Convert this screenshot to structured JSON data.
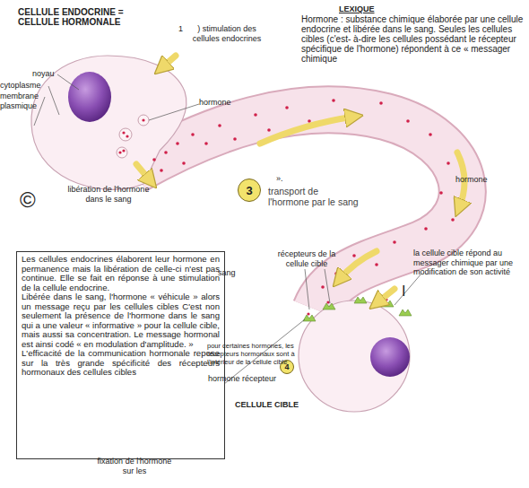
{
  "diagram": {
    "nodes": [
      {
        "text": [
          "Les cellules endocrines élaborent leur hormone en permanence mais la libération de celle-ci n'est pas continue. Elle se fait en réponse à une stimulation de la cellule endocrine.",
          "Libérée dans le sang, l'hormone « véhicule » alors un message reçu par les cellules cibles C'est non seulement la présence de l'hormone dans le sang qui a une valeur « informative » pour la cellule cible, mais aussi sa concentration. Le message hormonal est ainsi codé « en modulation d'amplitude. »",
          "L'efficacité de la communication hormonale repose sur la très grande spécificité des récepteurs hormonaux des cellules cibles"
        ]
      },
      {
        "text": [
          "3"
        ]
      },
      {
        "text": [
          "4"
        ]
      }
    ],
    "labels": [
      "CELLULE ENDOCRINE = CELLULE HORMONALE",
      "1",
      ") stimulation des cellules endocrines",
      "LEXIQUE",
      "Hormone : substance chimique élaborée par une cellule endocrine et libérée dans le sang. Seules les cellules cibles (c'est- à-dire les cellules possédant le récepteur spécifique de l'hormone) répondent à ce « messager chimique",
      "».",
      "noyau",
      "cytoplasme",
      "membrane plasmique",
      "hormone",
      "libération de l'hormone dans le sang",
      "©",
      "transport de l'hormone par le sang",
      "hormone",
      "sang",
      "récepteurs de la cellule cible",
      "la cellule cible répond au messager chimique par une modification de son activité",
      "I",
      "fixation de l'hormone sur les",
      "pour certaines hormones, les récepteurs hormonaux sont à l'intérieur de la cellule cible",
      "hormone récepteur",
      "CELLULE CIBLE"
    ]
  }
}
